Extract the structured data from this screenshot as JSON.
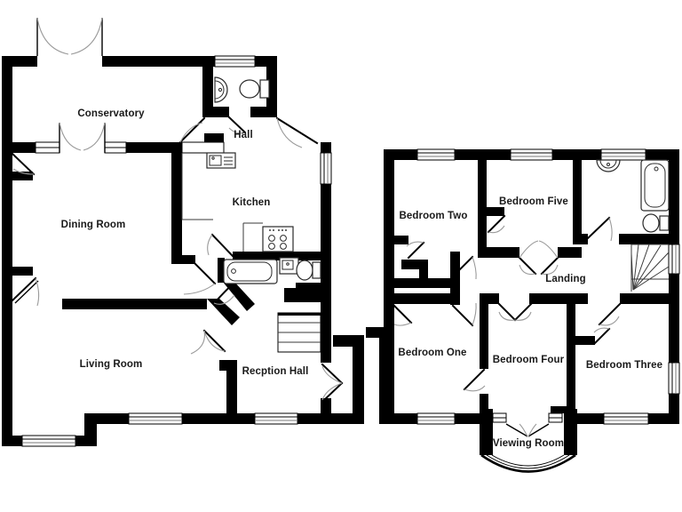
{
  "ground_floor": {
    "conservatory": "Conservatory",
    "hall": "Hall",
    "dining_room": "Dining Room",
    "kitchen": "Kitchen",
    "living_room": "Living Room",
    "reception_hall": "Recption Hall"
  },
  "first_floor": {
    "bedroom_two": "Bedroom Two",
    "bedroom_five": "Bedroom Five",
    "landing": "Landing",
    "bedroom_one": "Bedroom One",
    "bedroom_four": "Bedroom Four",
    "bedroom_three": "Bedroom Three",
    "viewing_room": "Viewing Room"
  },
  "colors": {
    "wall": "#000000",
    "background": "#ffffff",
    "door_arc": "#9a9a9a",
    "label_text": "#1a1a1a"
  }
}
